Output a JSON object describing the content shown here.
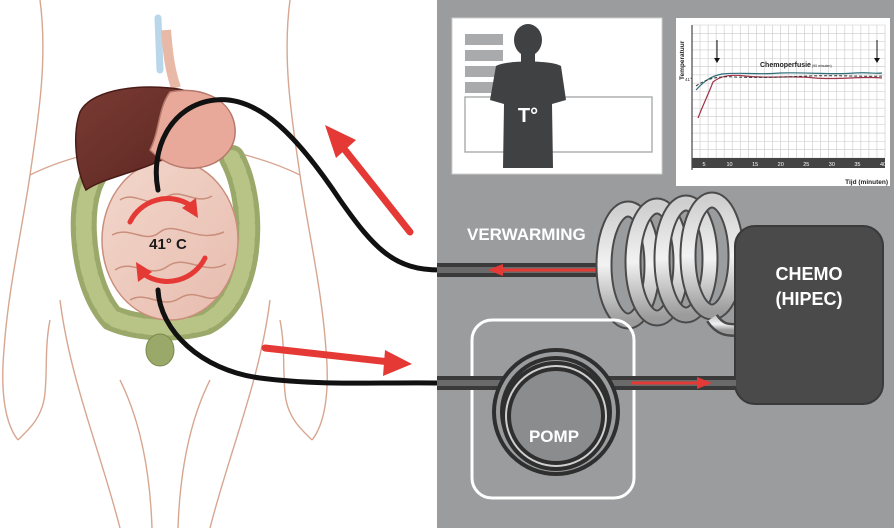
{
  "temperature_label": "41° C",
  "monitor": {
    "body_label": "T°"
  },
  "chart": {
    "ylabel": "Temperatuur",
    "xlabel": "Tijd (minuten)",
    "annotation": "Chemoperfusie",
    "annotation_sub": "(90 minuten)",
    "y_marker": "41°",
    "x_ticks": [
      "5",
      "10",
      "15",
      "20",
      "25",
      "30",
      "35",
      "40"
    ]
  },
  "labels": {
    "heating": "VERWARMING",
    "chemo_line1": "CHEMO",
    "chemo_line2": "(HIPEC)",
    "pump": "POMP"
  },
  "colors": {
    "panel": "#9a9c9e",
    "accent_red": "#e53935",
    "tube_dark": "#3a3a3a",
    "reservoir": "#4a4a4a"
  }
}
